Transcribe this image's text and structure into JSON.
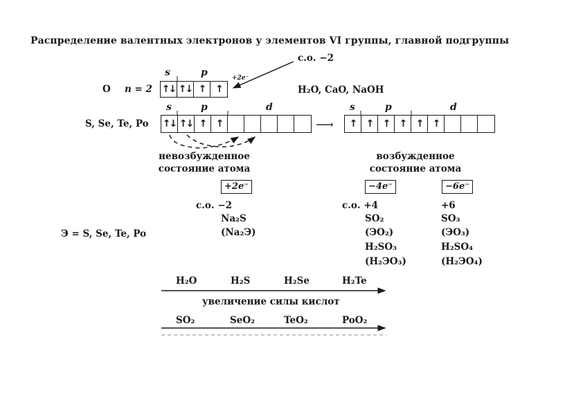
{
  "title": "Распределение валентных электронов у элементов VI группы, главной подгруппы",
  "oxygen": {
    "label": "O",
    "n_label": "n = 2",
    "orbital_s": "s",
    "orbital_p": "p",
    "cells": [
      "↑↓",
      "↑↓",
      "↑",
      "↑"
    ],
    "plus_electrons": "+2e⁻",
    "oxidation_state": "с.о. −2",
    "compounds": "H₂O, CaO, NaOH"
  },
  "heavy": {
    "label": "S, Se, Te, Po",
    "orbital_s": "s",
    "orbital_p": "p",
    "orbital_d": "d",
    "ground_cells": [
      "↑↓",
      "↑↓",
      "↑",
      "↑",
      "",
      "",
      "",
      "",
      ""
    ],
    "excited_cells": [
      "↑",
      "↑",
      "↑",
      "↑",
      "↑",
      "↑",
      "",
      "",
      ""
    ],
    "arrow": "⟶",
    "ground_caption_1": "невозбужденное",
    "ground_caption_2": "состояние атома",
    "excited_caption_1": "возбужденное",
    "excited_caption_2": "состояние атома"
  },
  "electron_boxes": {
    "plus2": "+2e⁻",
    "minus4": "−4e⁻",
    "minus6": "−6e⁻"
  },
  "element_def": "Э = S, Se, Te, Po",
  "states": {
    "neg2": {
      "label": "с.о. −2",
      "lines": [
        "Na₂S",
        "(Na₂Э)"
      ]
    },
    "pos4": {
      "label": "с.о. +4",
      "lines": [
        "SO₂",
        "(ЭO₂)",
        "H₂SO₃",
        "(H₂ЭO₃)"
      ]
    },
    "pos6": {
      "label": "+6",
      "lines": [
        "SO₃",
        "(ЭO₃)",
        "H₂SO₄",
        "(H₂ЭO₄)"
      ]
    }
  },
  "acids_row": [
    "H₂O",
    "H₂S",
    "H₂Se",
    "H₂Te"
  ],
  "acid_caption": "увеличение силы кислот",
  "oxides_row": [
    "SO₂",
    "SeO₂",
    "TeO₂",
    "PoO₂"
  ]
}
